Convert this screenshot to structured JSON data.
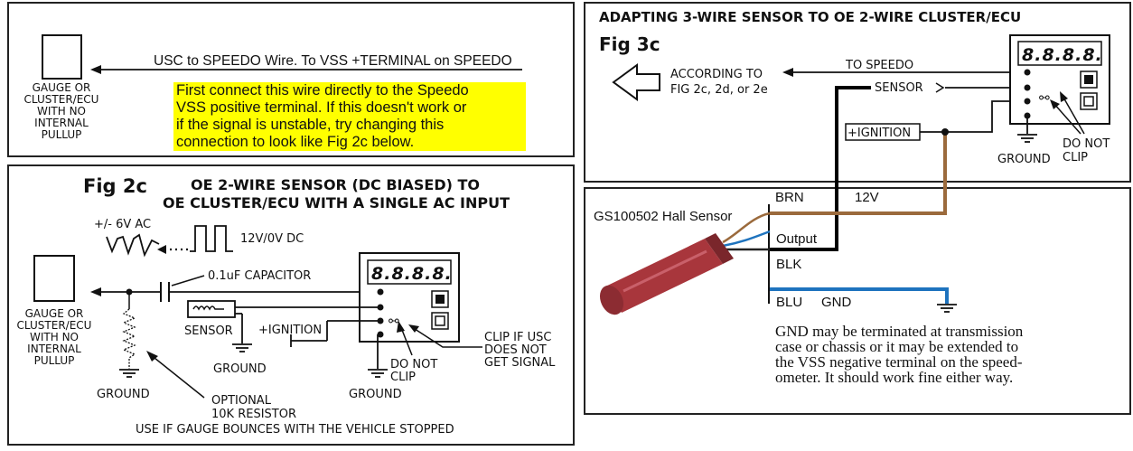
{
  "panel_top_left": {
    "gauge_label": [
      "GAUGE OR",
      "CLUSTER/ECU",
      "WITH NO",
      "INTERNAL",
      "PULLUP"
    ],
    "wire_label": "USC to SPEEDO Wire. To VSS +TERMINAL on SPEEDO",
    "note_lines": [
      "First connect this wire directly to the Speedo",
      "VSS positive terminal.  If this doesn't work or",
      "if the signal is unstable, try changing this",
      "connection to look like Fig 2c below."
    ]
  },
  "panel_fig2c": {
    "fig_label": "Fig 2c",
    "title_lines": [
      "OE 2-WIRE SENSOR (DC BIASED) TO",
      "OE CLUSTER/ECU WITH A SINGLE AC INPUT"
    ],
    "ac_label": "+/- 6V AC",
    "dc_label": "12V/0V DC",
    "capacitor_label": "0.1uF CAPACITOR",
    "display_digits": "8.8.8.8.",
    "gauge_label": [
      "GAUGE OR",
      "CLUSTER/ECU",
      "WITH NO",
      "INTERNAL",
      "PULLUP"
    ],
    "sensor_label": "SENSOR",
    "ignition_label": "+IGNITION",
    "ground_labels": [
      "GROUND",
      "GROUND",
      "GROUND"
    ],
    "do_not_clip": [
      "DO NOT",
      "CLIP"
    ],
    "clip_if_usc": [
      "CLIP IF USC",
      "DOES NOT",
      "GET SIGNAL"
    ],
    "resistor_label": [
      "OPTIONAL",
      "10K RESISTOR"
    ],
    "footer": "USE IF GAUGE BOUNCES WITH THE VEHICLE STOPPED"
  },
  "panel_fig3c": {
    "title": "ADAPTING 3-WIRE SENSOR TO OE 2-WIRE CLUSTER/ECU",
    "fig_label": "Fig 3c",
    "according_to": [
      "ACCORDING TO",
      "FIG 2c, 2d, or 2e"
    ],
    "to_speedo": "TO  SPEEDO",
    "sensor_label": "SENSOR",
    "ignition_label": "+IGNITION",
    "ground_label": "GROUND",
    "do_not_clip": [
      "DO NOT",
      "CLIP"
    ],
    "display_digits": "8.8.8.8."
  },
  "panel_hall": {
    "sensor_name": "GS100502 Hall Sensor",
    "brn": "BRN",
    "v12": "12V",
    "output": "Output",
    "blk": "BLK",
    "blu": "BLU",
    "gnd": "GND",
    "gnd_note": "GND may be terminated at transmission\ncase or chassis or it may be extended to\nthe VSS negative terminal on the speed-\nometer. It should work fine either way.",
    "colors": {
      "brown": "#9b6a3c",
      "black": "#000000",
      "blue": "#1e73be",
      "sensor_body": "#a8363c"
    }
  }
}
